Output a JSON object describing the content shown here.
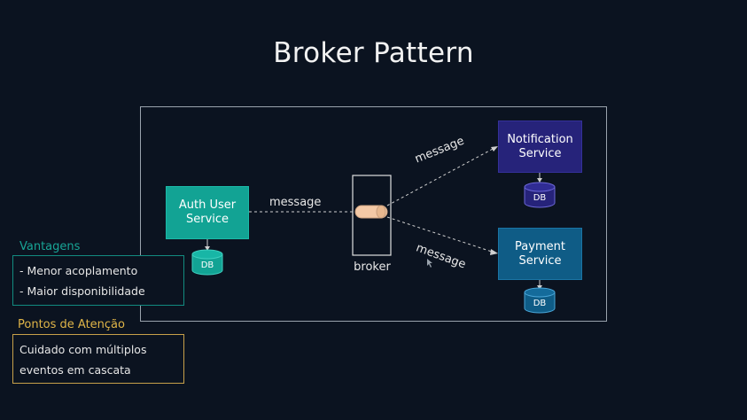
{
  "title": "Broker Pattern",
  "services": {
    "auth": [
      "Auth User",
      "Service"
    ],
    "notification": [
      "Notification",
      "Service"
    ],
    "payment": [
      "Payment",
      "Service"
    ]
  },
  "db_label": "DB",
  "broker_label": "broker",
  "edge_labels": {
    "auth_to_broker": "message",
    "broker_to_notification": "message",
    "broker_to_payment": "message"
  },
  "advantages": {
    "title": "Vantagens",
    "items": [
      "- Menor acoplamento",
      "- Maior disponibilidade"
    ]
  },
  "attention": {
    "title": "Pontos de Atenção",
    "lines": [
      "Cuidado com múltiplos",
      "eventos em cascata"
    ]
  },
  "colors": {
    "auth": "#12a394",
    "notification": "#26237a",
    "payment": "#0f5c86",
    "queue": "#f4c9a6",
    "advantages_accent": "#18a596",
    "attention_accent": "#e0b548"
  }
}
